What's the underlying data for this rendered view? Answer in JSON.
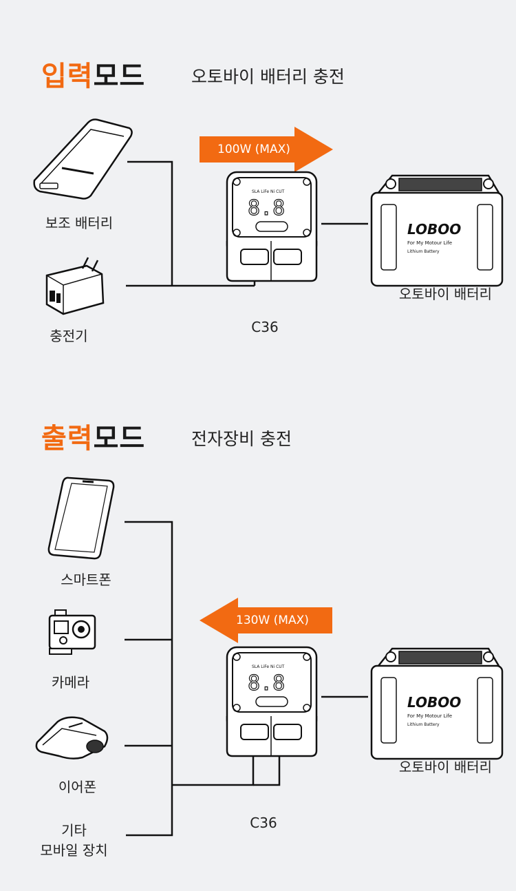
{
  "input_mode": {
    "title_accent": "입력",
    "title_rest": "모드",
    "subtitle": "오토바이 배터리 충전",
    "arrow_label": "100W (MAX)",
    "sources": [
      "보조 배터리",
      "충전기"
    ],
    "device_label": "C36",
    "target_label": "오토바이 배터리"
  },
  "output_mode": {
    "title_accent": "출력",
    "title_rest": "모드",
    "subtitle": "전자장비 충전",
    "arrow_label": "130W (MAX)",
    "devices": [
      "스마트폰",
      "카메라",
      "이어폰"
    ],
    "other_line1": "기타",
    "other_line2": "모바일 장치",
    "device_label": "C36",
    "source_label": "오토바이 배터리"
  },
  "colors": {
    "accent": "#f26a12",
    "line": "#111111",
    "background": "#f0f1f3"
  }
}
